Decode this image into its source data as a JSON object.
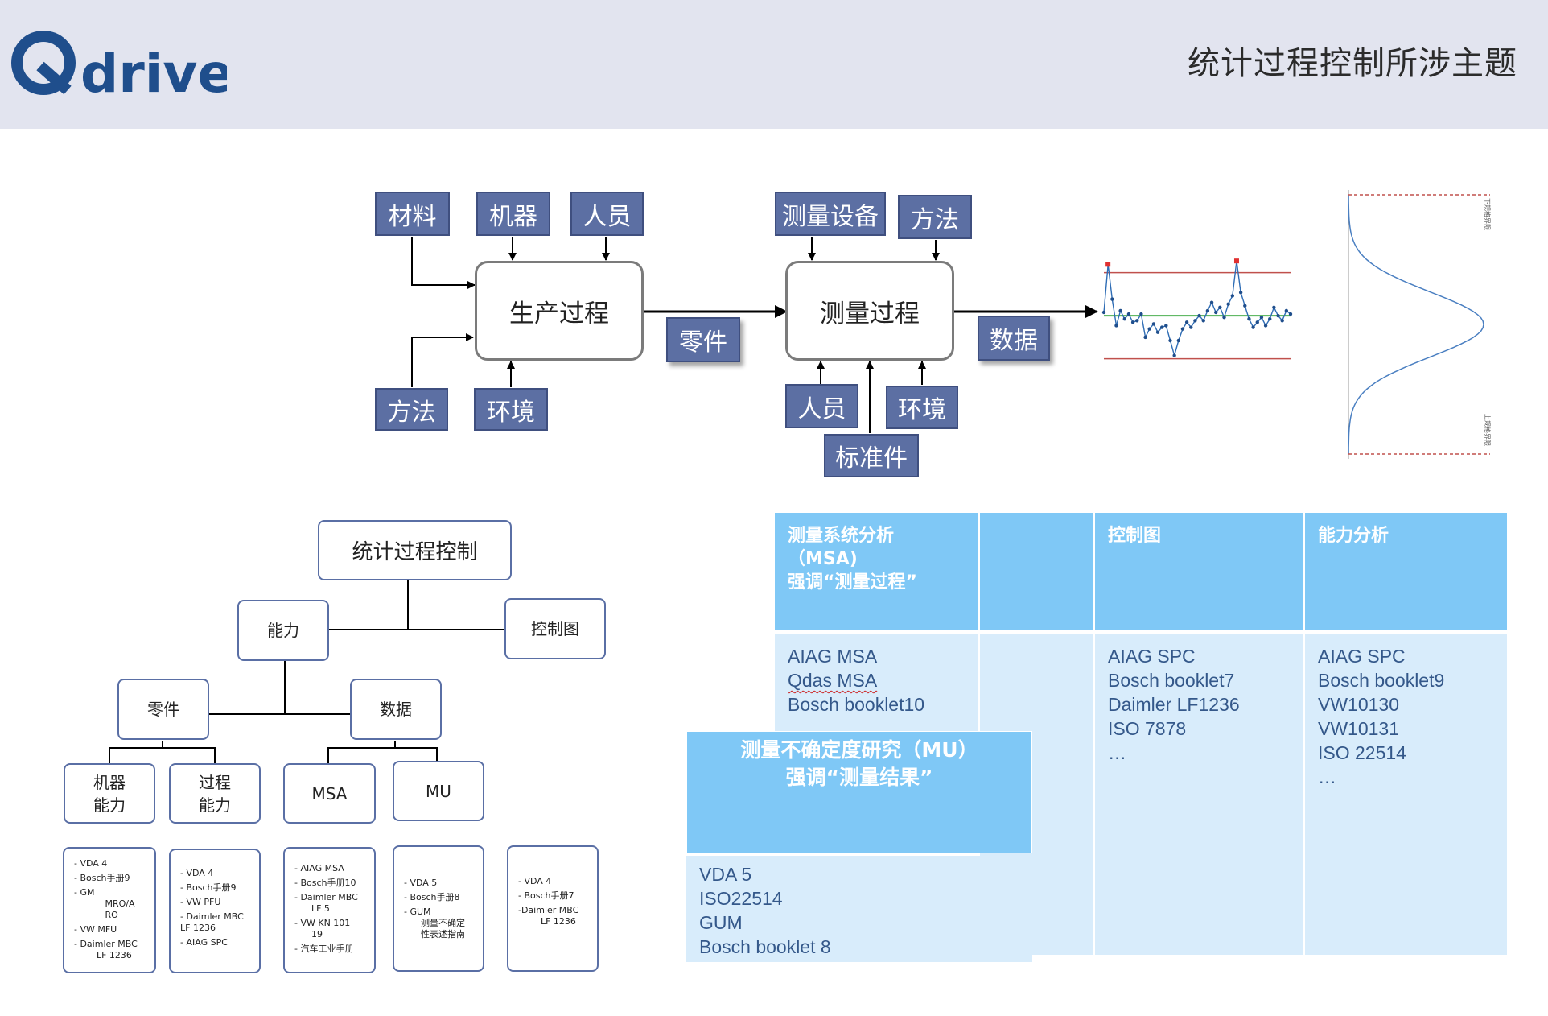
{
  "header": {
    "logo_text": "Qdrive",
    "title": "统计过程控制所涉主题"
  },
  "colors": {
    "brand_blue": "#1f4e8c",
    "tag_fill": "#5c6fa3",
    "table_header": "#7fc8f6",
    "table_body": "#d8ecfb",
    "limit_line": "#c0504d",
    "center_line": "#4caf50"
  },
  "flow": {
    "production": {
      "inputs_top": [
        "材料",
        "机器",
        "人员"
      ],
      "inputs_bottom": [
        "方法",
        "环境"
      ],
      "process": "生产过程",
      "output": "零件"
    },
    "measurement": {
      "inputs_top": [
        "测量设备",
        "方法"
      ],
      "inputs_bottom": [
        "人员",
        "环境",
        "标准件"
      ],
      "process": "测量过程",
      "output": "数据"
    }
  },
  "tree": {
    "root": "统计过程控制",
    "capability": "能力",
    "control_chart": "控制图",
    "parts": "零件",
    "data": "数据",
    "machine_capability": [
      "机器",
      "能力"
    ],
    "process_capability": [
      "过程",
      "能力"
    ],
    "msa": "MSA",
    "mu": "MU",
    "refs": [
      [
        "- VDA 4",
        "- Bosch手册9",
        "- GM",
        "           MRO/A",
        "           RO",
        "- VW MFU",
        "- Daimler MBC",
        "        LF 1236"
      ],
      [
        "- VDA 4",
        "- Bosch手册9",
        "- VW PFU",
        "- Daimler MBC",
        "LF 1236",
        "- AIAG SPC"
      ],
      [
        "- AIAG MSA",
        "- Bosch手册10",
        "- Daimler MBC",
        "      LF 5",
        "- VW KN 101",
        "      19",
        "- 汽车工业手册"
      ],
      [
        "- VDA 5",
        "- Bosch手册8",
        "- GUM",
        "      测量不确定",
        "      性表述指南"
      ],
      [
        "- VDA 4",
        "- Bosch手册7",
        "-Daimler MBC",
        "        LF 1236"
      ]
    ]
  },
  "table": {
    "msa_header": [
      "测量系统分析",
      "（MSA)",
      "强调“测量过程”"
    ],
    "msa_items": [
      "AIAG MSA",
      "Qdas MSA",
      "Bosch booklet10"
    ],
    "control_header": "控制图",
    "control_items": [
      "AIAG SPC",
      "Bosch booklet7",
      "Daimler LF1236",
      "ISO 7878",
      "…"
    ],
    "capability_header": "能力分析",
    "capability_items": [
      "AIAG SPC",
      "Bosch booklet9",
      "VW10130",
      "VW10131",
      "ISO 22514",
      "…"
    ],
    "mu_header": [
      "测量不确定度研究（MU）",
      "强调“测量结果”"
    ],
    "mu_items": [
      "VDA 5",
      "ISO22514",
      "GUM",
      "Bosch booklet 8"
    ]
  },
  "chart_data": [
    {
      "type": "line",
      "x": [
        1,
        2,
        3,
        4,
        5,
        6,
        7,
        8,
        9,
        10,
        11,
        12,
        13,
        14,
        15,
        16,
        17,
        18,
        19,
        20,
        21,
        22,
        23,
        24,
        25,
        26,
        27,
        28,
        29,
        30,
        31,
        32,
        33,
        34,
        35,
        36,
        37,
        38,
        39,
        40,
        41,
        42,
        43,
        44,
        45,
        46
      ],
      "values": [
        0.2,
        3.1,
        1.0,
        -0.6,
        0.3,
        -0.2,
        0.1,
        -0.4,
        -0.3,
        0.1,
        -1.3,
        -0.8,
        -0.5,
        -1.0,
        -0.7,
        -0.6,
        -1.5,
        -2.4,
        -1.5,
        -0.8,
        -0.4,
        -0.7,
        -0.3,
        0.0,
        -0.3,
        0.3,
        0.8,
        0.2,
        0.5,
        -0.1,
        0.7,
        1.2,
        3.3,
        1.4,
        0.6,
        -0.2,
        -0.7,
        -0.4,
        -0.1,
        -0.6,
        -0.2,
        0.5,
        0.0,
        -0.3,
        0.3,
        0.1
      ],
      "upper_limit": 2.6,
      "center_line": 0,
      "lower_limit": -2.6,
      "ylim": [
        -3.2,
        3.6
      ],
      "highlight_points": [
        2,
        33
      ],
      "title": "",
      "xlabel": "",
      "ylabel": ""
    },
    {
      "type": "area",
      "orientation": "vertical",
      "distribution": "normal",
      "mean": 0,
      "std": 1,
      "range": [
        -4,
        4
      ],
      "limit_labels": [
        "下规格界限",
        "上规格界限"
      ],
      "title": "",
      "xlabel": "",
      "ylabel": ""
    }
  ]
}
